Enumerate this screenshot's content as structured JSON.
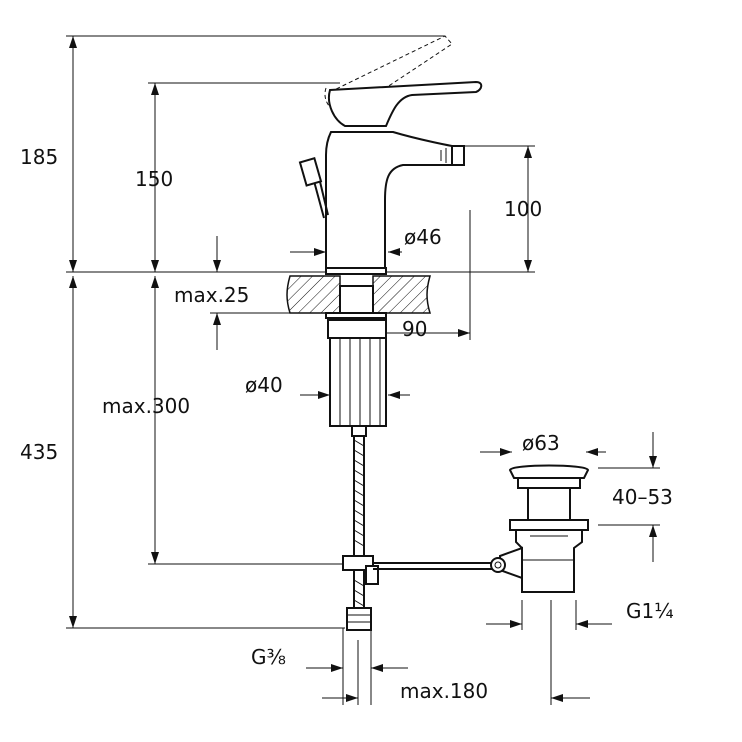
{
  "drawing": {
    "dimensions": {
      "total_height": "185",
      "spout_height": "150",
      "spout_body_height": "100",
      "body_diameter": "ø46",
      "max_deck_thickness": "max.25",
      "projection": "90",
      "shank_diameter": "ø40",
      "max_under_deck": "max.300",
      "overall_length": "435",
      "waste_diameter": "ø63",
      "waste_range": "40–53",
      "waste_thread": "G1¼",
      "supply_thread": "G⅜",
      "max_distance": "max.180"
    },
    "colors": {
      "line": "#111111",
      "background": "#ffffff"
    }
  }
}
